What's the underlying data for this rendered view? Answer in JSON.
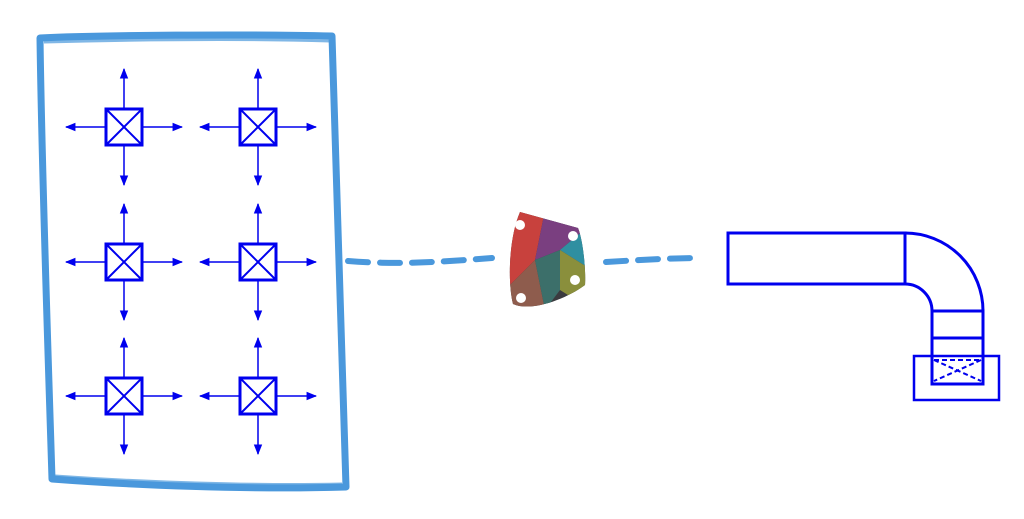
{
  "diagram": {
    "left_group": {
      "name": "diffuser-grid",
      "rows": 3,
      "cols": 2,
      "diffuser_icon": "air-diffuser-icon",
      "arrow_icon": "airflow-arrow-icon"
    },
    "center_node": {
      "icon": "dynamo-logo-icon"
    },
    "right_node": {
      "icon": "duct-elbow-fitting-icon"
    },
    "connectors": [
      {
        "from": "diffuser-grid",
        "to": "dynamo-logo",
        "style": "dashed"
      },
      {
        "from": "dynamo-logo",
        "to": "duct-elbow-fitting",
        "style": "dashed"
      }
    ]
  },
  "colors": {
    "sketch_frame": "#4a98dc",
    "cad_blue": "#0000ee",
    "logo_red": "#c8413d",
    "logo_purple": "#7a3f80",
    "logo_teal": "#2f8fa1",
    "logo_olive": "#8a8f3c",
    "logo_brown": "#8e5c4d",
    "logo_dark": "#3b3b3f"
  }
}
